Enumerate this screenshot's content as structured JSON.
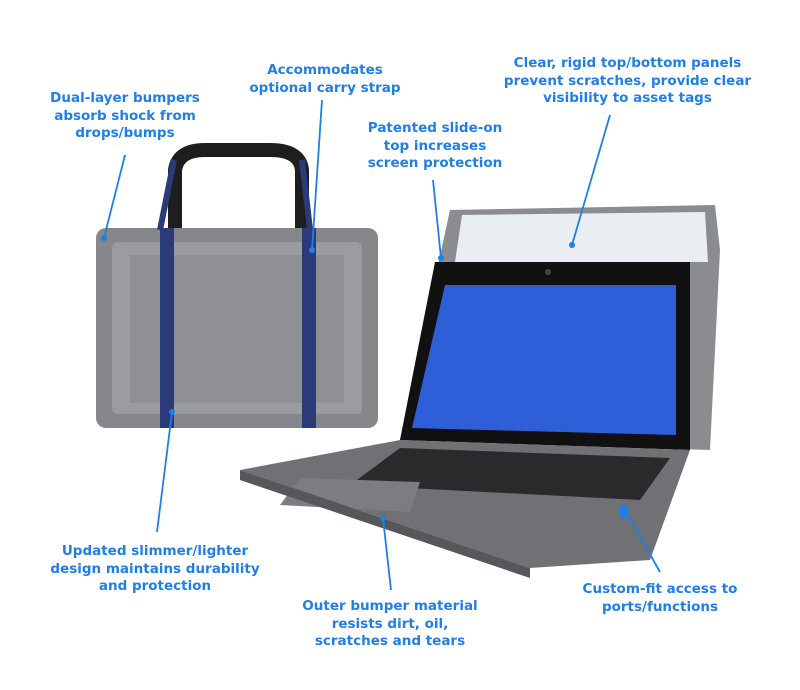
{
  "callouts": {
    "bumpers": "Dual-layer bumpers\nabsorb shock from\ndrops/bumps",
    "strap": "Accommodates\noptional carry strap",
    "panels": "Clear, rigid top/bottom panels\nprevent scratches, provide clear\nvisibility to asset tags",
    "slide_on": "Patented slide-on\ntop increases\nscreen protection",
    "slimmer": "Updated slimmer/lighter\ndesign maintains durability\nand protection",
    "outer": "Outer bumper material\nresists dirt, oil,\nscratches and tears",
    "ports": "Custom-fit access to\nports/functions"
  },
  "colors": {
    "accent": "#1f7fe6",
    "case_gray": "#7d7f83",
    "strap": "#2b3a78",
    "screen": "#2f5fd8"
  }
}
